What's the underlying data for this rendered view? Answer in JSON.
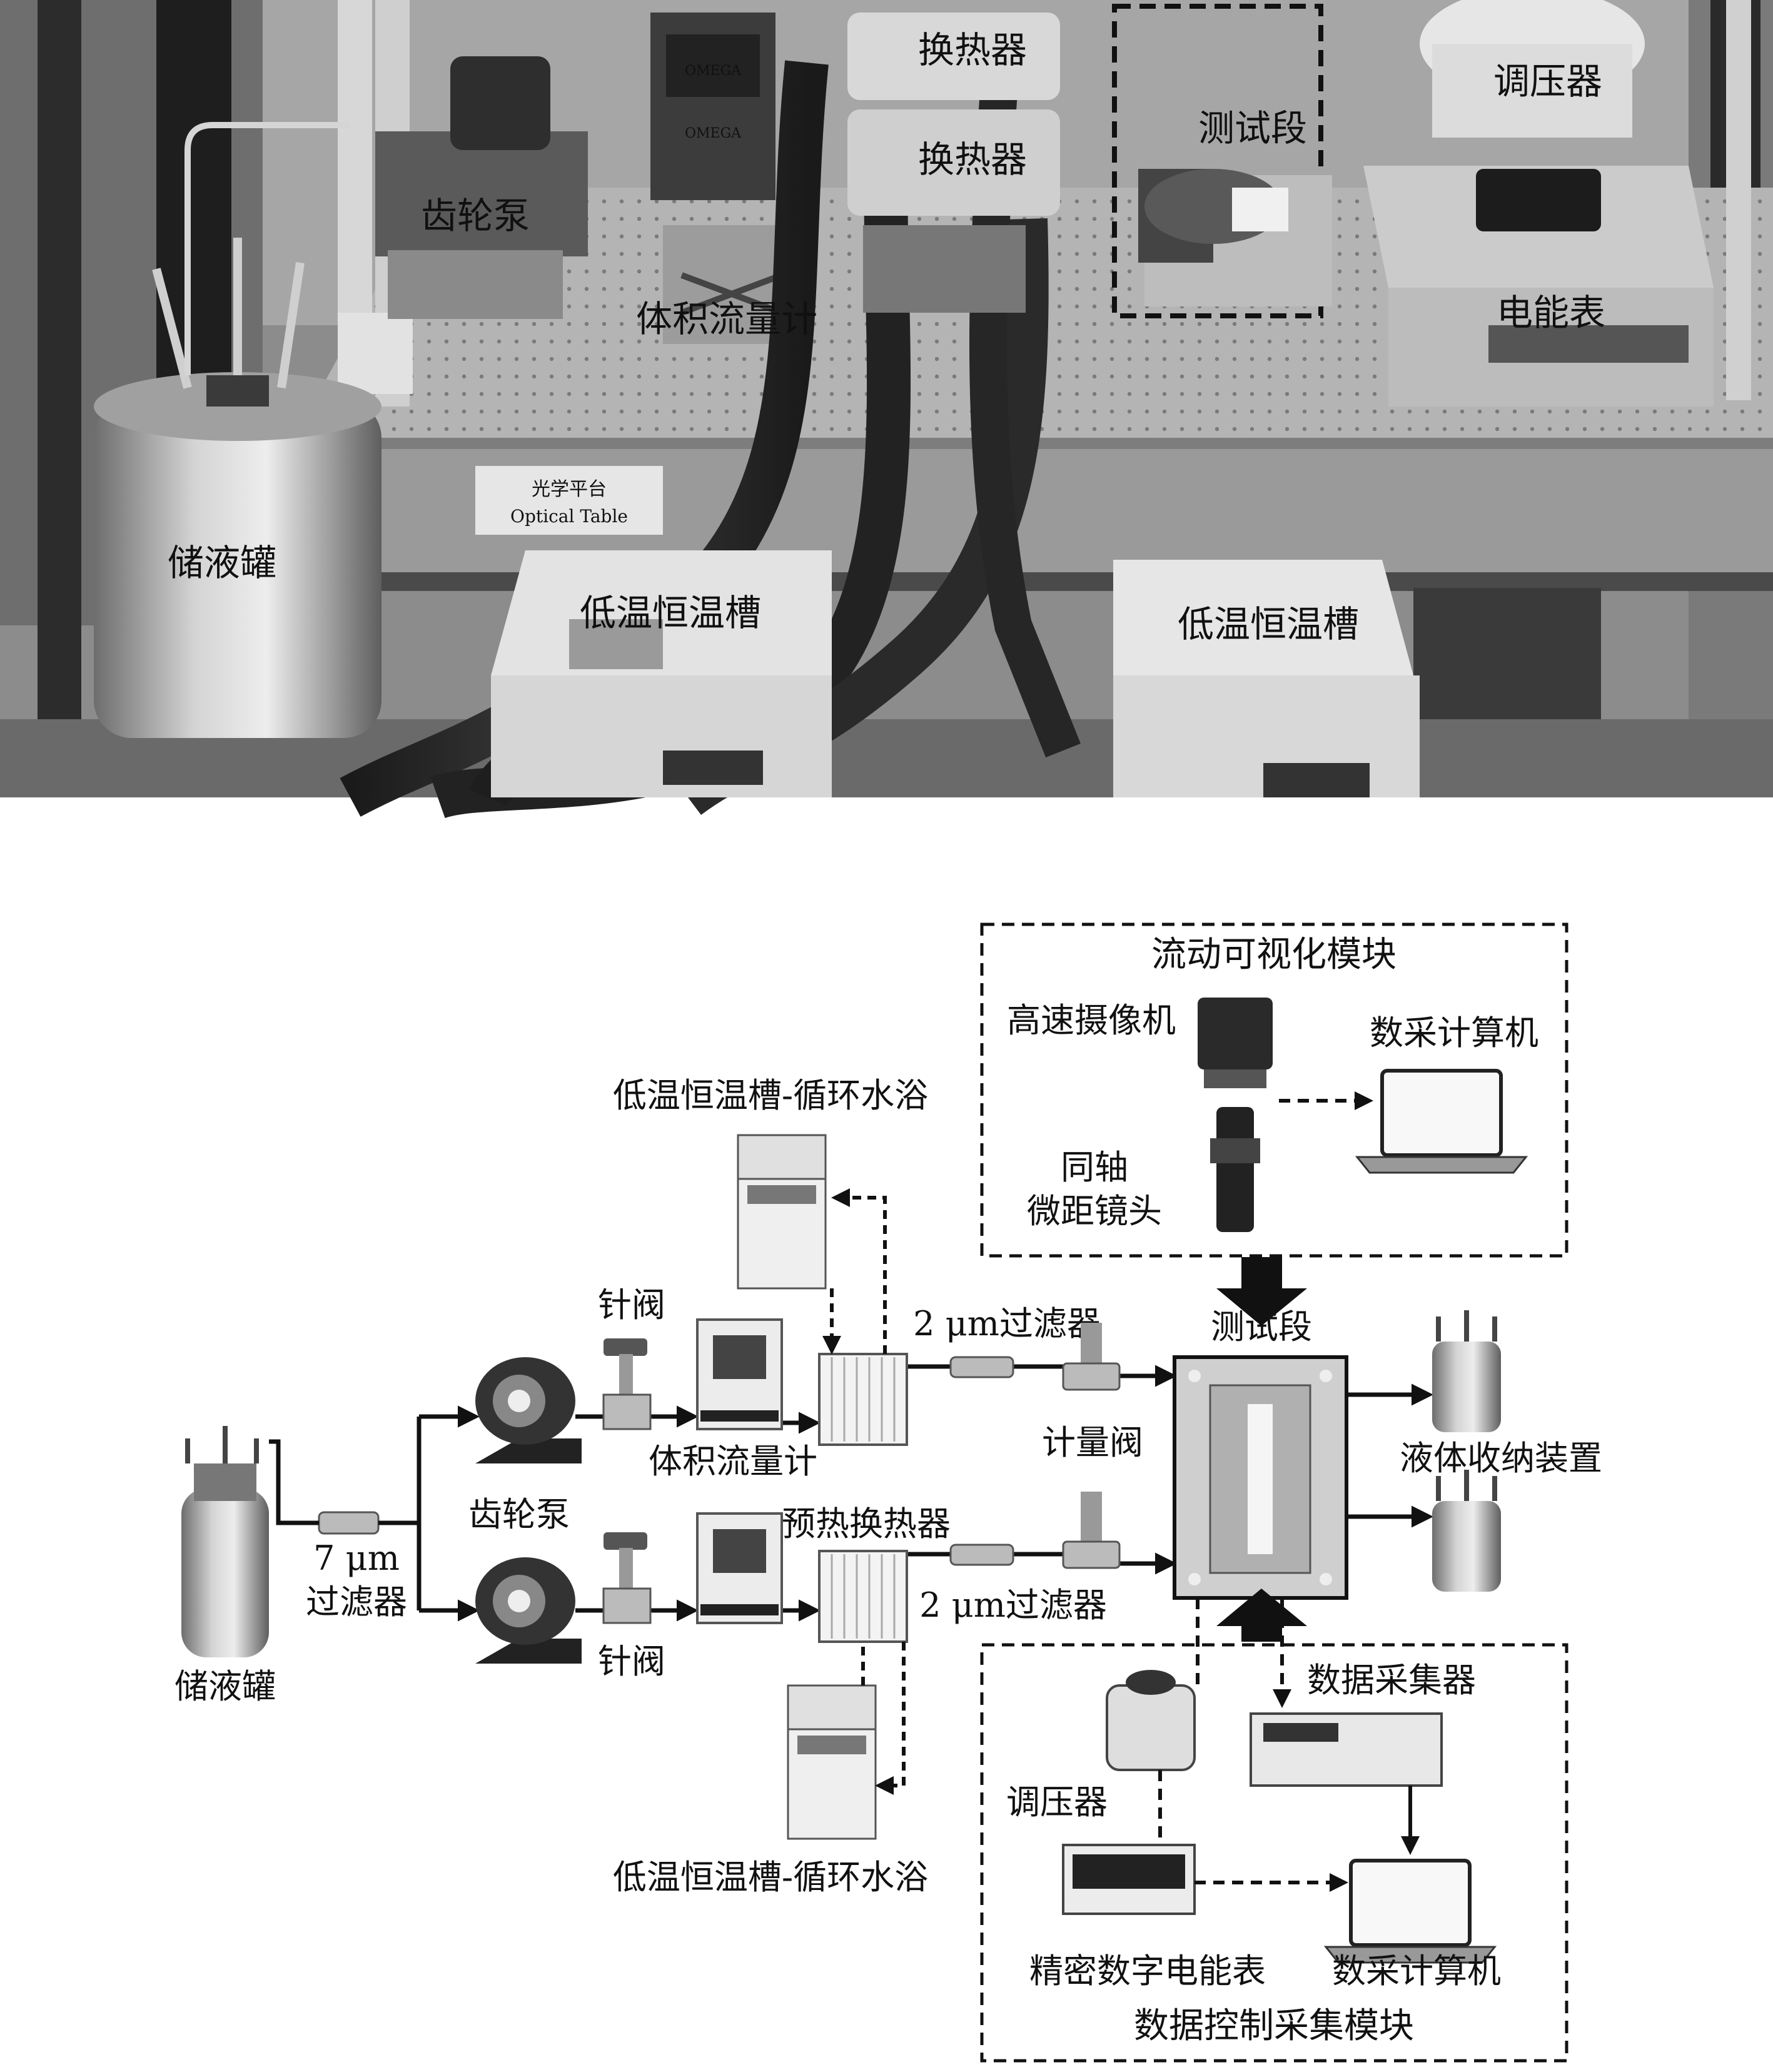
{
  "photo": {
    "labels": {
      "gear_pump": "齿轮泵",
      "flow_meter": "体积流量计",
      "heat_exchanger_1": "换热器",
      "heat_exchanger_2": "换热器",
      "test_section": "测试段",
      "voltage_regulator": "调压器",
      "power_meter": "电能表",
      "storage_tank": "储液罐",
      "thermostat_bath_left": "低温恒温槽",
      "thermostat_bath_right": "低温恒温槽"
    },
    "equipment_text": {
      "table_cn": "光学平台",
      "table_en": "Optical Table",
      "omega_1": "OMEGA",
      "omega_2": "OMEGA"
    }
  },
  "diagram": {
    "modules": {
      "visualization_title": "流动可视化模块",
      "data_title": "数据控制采集模块"
    },
    "labels": {
      "tank": "储液罐",
      "filter_7um_a": "7 μm",
      "filter_7um_b": "过滤器",
      "gear_pump": "齿轮泵",
      "needle_valve_top": "针阀",
      "needle_valve_bottom": "针阀",
      "flow_meter": "体积流量计",
      "preheat_exchanger": "预热换热器",
      "bath_top": "低温恒温槽-循环水浴",
      "bath_bottom": "低温恒温槽-循环水浴",
      "filter_2um_top": "2 μm过滤器",
      "filter_2um_bottom": "2 μm过滤器",
      "metering_valve": "计量阀",
      "test_section": "测试段",
      "liquid_collector": "液体收纳装置",
      "high_speed_camera": "高速摄像机",
      "coaxial_lens_a": "同轴",
      "coaxial_lens_b": "微距镜头",
      "daq_computer_top": "数采计算机",
      "data_acquisition": "数据采集器",
      "voltage_regulator": "调压器",
      "power_meter": "精密数字电能表",
      "daq_computer_bottom": "数采计算机"
    }
  }
}
